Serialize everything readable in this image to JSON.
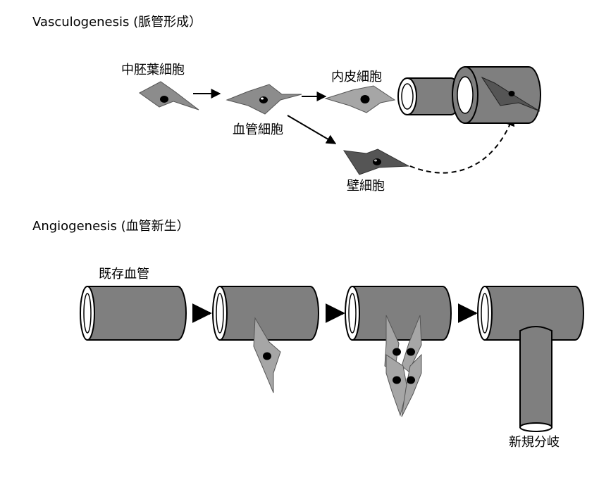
{
  "sections": {
    "vasculogenesis": {
      "title": "Vasculogenesis (脈管形成）",
      "labels": {
        "mesoderm_cell": "中胚葉細胞",
        "angioblast": "血管細胞",
        "endothelial_cell": "内皮細胞",
        "mural_cell": "壁細胞"
      }
    },
    "angiogenesis": {
      "title": "Angiogenesis (血管新生）",
      "labels": {
        "existing_vessel": "既存血管",
        "new_branch": "新規分岐"
      }
    }
  },
  "colors": {
    "vessel_fill": "#7f7f7f",
    "cell_fill": "#8c8c8c",
    "cell_fill_light": "#a6a6a6",
    "cell_fill_dark": "#555555",
    "outline": "#000000",
    "lumen": "#ffffff"
  }
}
